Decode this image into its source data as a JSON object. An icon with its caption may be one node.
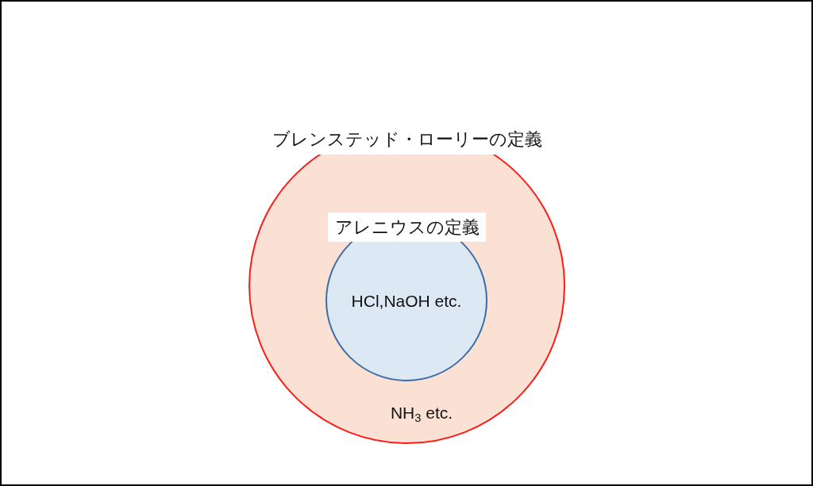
{
  "diagram": {
    "nodes": [
      {
        "text": [
          "ブレンステッド・ローリーの定義",
          "NH$_{3}$ etc."
        ]
      },
      {
        "text": [
          "アレニウスの定義",
          "HCl,NaOH etc."
        ],
        "in": 0
      }
    ]
  }
}
